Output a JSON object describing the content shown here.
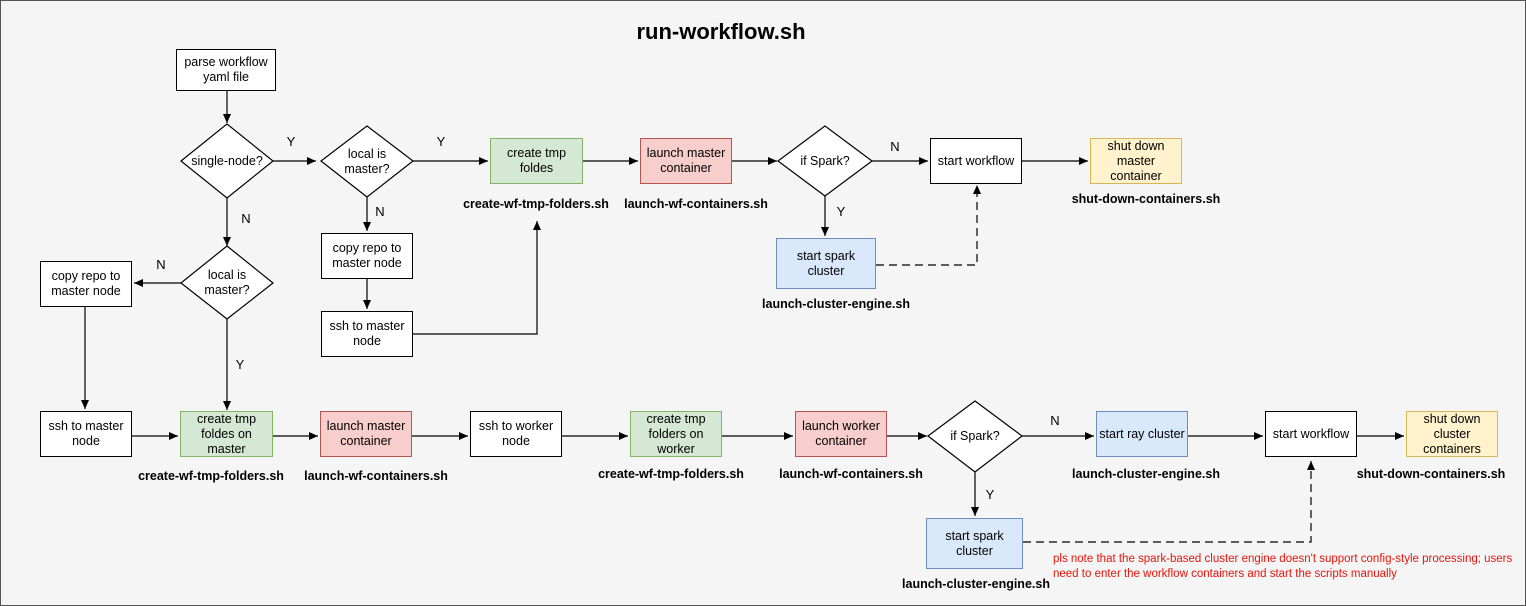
{
  "title": "run-workflow.sh",
  "nodes": {
    "parse": "parse workflow yaml file",
    "single_node_q": "single-node?",
    "local_master_q_top": "local is master?",
    "create_tmp_top": "create tmp foldes",
    "launch_master_top": "launch master container",
    "if_spark_top": "if Spark?",
    "start_workflow_top": "start workflow",
    "shut_down_master": "shut down master container",
    "copy_repo_mid": "copy repo to master node",
    "ssh_master_mid": "ssh to master node",
    "start_spark_top": "start spark cluster",
    "local_master_q_left": "local is master?",
    "copy_repo_left": "copy repo to master node",
    "ssh_master_bottom": "ssh to master node",
    "create_tmp_master": "create tmp foldes on master",
    "launch_master_bottom": "launch master container",
    "ssh_worker": "ssh to worker node",
    "create_tmp_worker": "create tmp folders on worker",
    "launch_worker": "launch worker container",
    "if_spark_bottom": "if Spark?",
    "start_ray": "start ray cluster",
    "start_workflow_bottom": "start workflow",
    "shut_down_cluster": "shut down cluster containers",
    "start_spark_bottom": "start spark cluster"
  },
  "captions": {
    "create_tmp_top": "create-wf-tmp-folders.sh",
    "launch_master_top": "launch-wf-containers.sh",
    "shut_down_top": "shut-down-containers.sh",
    "start_spark_top": "launch-cluster-engine.sh",
    "create_tmp_master": "create-wf-tmp-folders.sh",
    "launch_master_bottom": "launch-wf-containers.sh",
    "create_tmp_worker": "create-wf-tmp-folders.sh",
    "launch_worker": "launch-wf-containers.sh",
    "start_ray": "launch-cluster-engine.sh",
    "shut_down_bottom": "shut-down-containers.sh",
    "start_spark_bottom": "launch-cluster-engine.sh"
  },
  "edge_labels": {
    "single_y": "Y",
    "single_n": "N",
    "local_top_y": "Y",
    "local_top_n": "N",
    "local_left_n": "N",
    "local_left_y": "Y",
    "spark_top_n": "N",
    "spark_top_y": "Y",
    "spark_bottom_n": "N",
    "spark_bottom_y": "Y"
  },
  "note": "pls note that the spark-based cluster engine doesn't support config-style processing; users need to enter the workflow containers and start the scripts manually",
  "colors": {
    "green_fill": "#d5e8d4",
    "red_fill": "#f8cecc",
    "blue_fill": "#dae8fc",
    "yellow_fill": "#fff2cc",
    "note_text": "#e8140c"
  }
}
